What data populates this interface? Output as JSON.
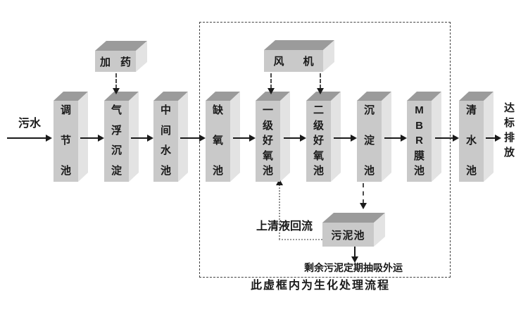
{
  "diagram": {
    "inflow_label": "污水",
    "outflow_label": "达标排放",
    "tanks": [
      {
        "id": "regulating",
        "label": "调节池"
      },
      {
        "id": "air-flotation",
        "label": "气浮沉淀"
      },
      {
        "id": "intermediate-water",
        "label": "中间水池"
      },
      {
        "id": "anoxic",
        "label": "缺氧池"
      },
      {
        "id": "primary-aerobic",
        "label": "一级好氧池"
      },
      {
        "id": "secondary-aerobic",
        "label": "二级好氧池"
      },
      {
        "id": "sedimentation",
        "label": "沉淀池"
      },
      {
        "id": "mbr-membrane",
        "label": "MBR膜池"
      },
      {
        "id": "clean-water",
        "label": "清水池"
      }
    ],
    "dosing_label": "加药",
    "blower_label": "风机",
    "sludge_tank_label": "污泥池",
    "supernatant_return_label": "上清液回流",
    "sludge_disposal_label": "剩余污泥定期抽吸外运",
    "frame_caption": "此虚框内为生化处理流程",
    "colors": {
      "box_front": "#c9c9c9",
      "box_top": "#9b9b9b",
      "box_side": "#e3e3e3",
      "line": "#1a1a1a"
    }
  }
}
